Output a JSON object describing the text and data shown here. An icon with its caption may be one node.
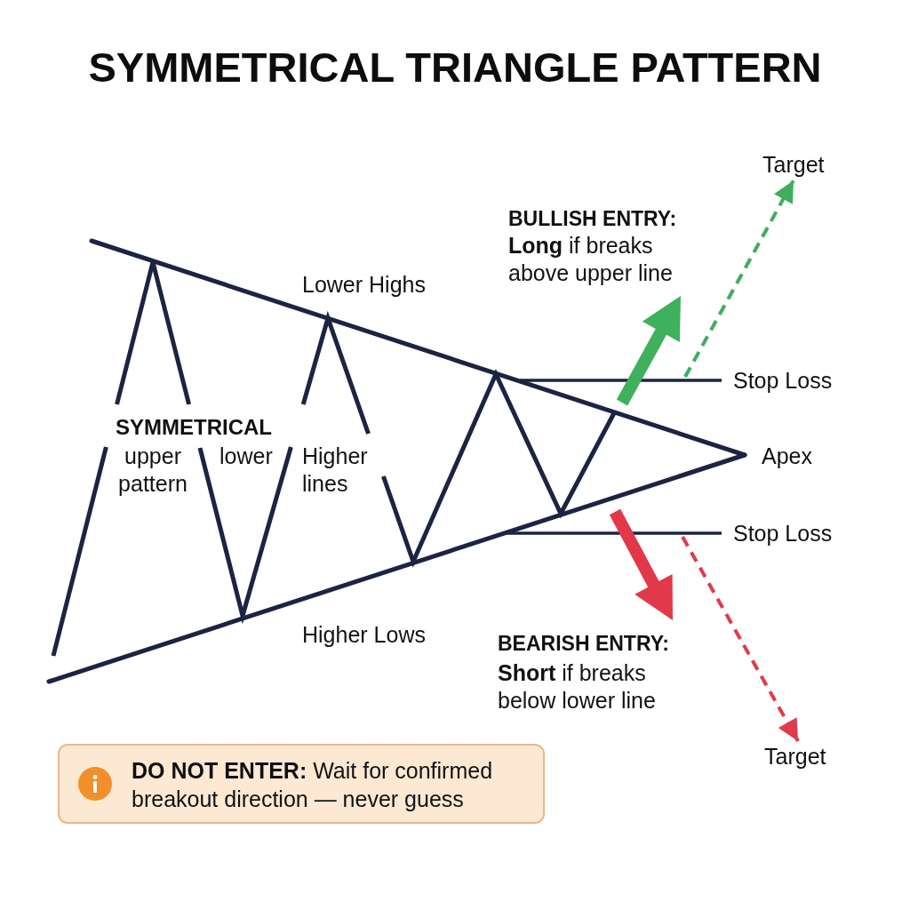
{
  "diagram": {
    "title": "SYMMETRICAL TRIANGLE PATTERN",
    "nodes": [
      {
        "text": [
          "**DO NOT ENTER:** Wait for confirmed breakout direction — never guess"
        ]
      },
      {
        "text": [
          "Target"
        ]
      },
      {
        "text": [
          "Target"
        ]
      }
    ],
    "edges": [
      {
        "from": null,
        "to": 1,
        "arrow": "to",
        "style": "dashed",
        "color": "#3fae5c"
      },
      {
        "from": null,
        "to": 2,
        "arrow": "to",
        "style": "dashed",
        "color": "#e03b4a"
      }
    ],
    "labels": [
      "BULLISH ENTRY:",
      "**Long** if breaks above upper line",
      "Lower Highs",
      "Stop Loss",
      "SYMMETRICAL",
      "upper pattern",
      "lower",
      "Higher lines",
      "Apex",
      "Stop Loss",
      "Higher Lows",
      "BEARISH ENTRY:",
      "**Short** if breaks below lower line"
    ]
  }
}
